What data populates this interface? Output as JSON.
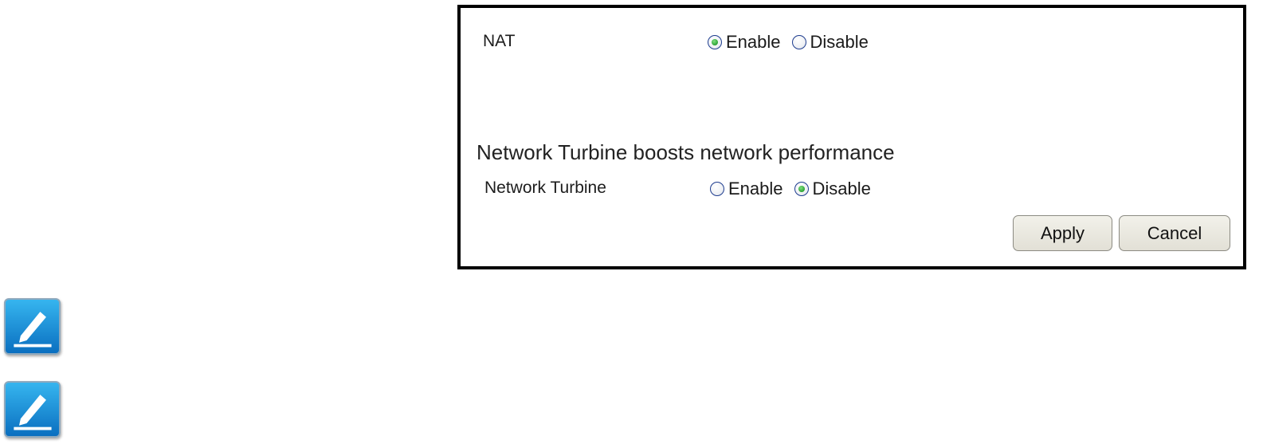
{
  "nat": {
    "label": "NAT",
    "options": [
      "Enable",
      "Disable"
    ],
    "selected": "Enable"
  },
  "turbine": {
    "description": "Network Turbine boosts network performance",
    "label": "Network Turbine",
    "options": [
      "Enable",
      "Disable"
    ],
    "selected": "Disable"
  },
  "buttons": {
    "apply": "Apply",
    "cancel": "Cancel"
  },
  "note_icons": [
    "pencil-note-icon",
    "pencil-note-icon"
  ],
  "colors": {
    "radio_selected": "#1f9a2b",
    "icon_blue": "#1a8fd8",
    "panel_border": "#000000"
  }
}
